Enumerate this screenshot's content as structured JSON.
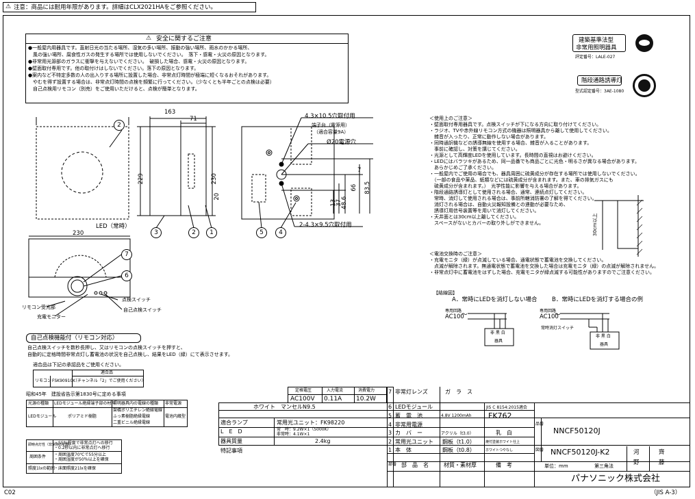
{
  "top_warning": "注意：商品には耐用年限があります。詳細はCLX2021HAをご参照ください。",
  "safety": {
    "title": "安全に関するご注意",
    "lines": [
      "●一般屋内用器具です。直射日光の当たる場所、湿気の多い場所、振動の強い場所、雨水のかかる場所、",
      "　風の強い場所、腐食性ガスの発生する場所では使用しないでください。　落下・感電・火災の原因となります。",
      "●非常用光源部のガラスに衝撃を与えないでください。　破損した場合、感電・火災の原因となります。",
      "●壁面取付専用です。他の取付けはしないでください。落下の原因となります。",
      "●案内など不特定多数の人の出入りする場所に設置した場合、非常点灯時間が極端に短くなるおそれがあります。",
      "　やむを得ず設置する場合は、非常点灯時間の点検を頻繁に行ってください。（少なくとも半年ごとの点検は必要）",
      "　自己点検用リモコン（別売）をご使用いただけると、点検が簡単となります。"
    ]
  },
  "certs": {
    "c1_title_1": "建築基準法型",
    "c1_title_2": "非常用照明器具",
    "c1_no": "評定番号：LALE-027",
    "c2_title": "階段通路誘導灯",
    "c2_no": "型式認定番号：3AE-1080"
  },
  "dims": {
    "d163": "163",
    "d71": "71",
    "d229": "229",
    "d230": "230",
    "d230b": "230",
    "d20": "20",
    "hole1": "4.3×10.5穴取付用",
    "terminal": "端子台（電源用）",
    "terminal2": "（適合容量9A）",
    "hole20": "Ø20電源穴",
    "hole2": "2-4.3×9.5穴取付用",
    "d13": "13",
    "d37": "37",
    "d486": "48.6",
    "d66": "66",
    "d7": "7",
    "d835": "83.5",
    "led": "LED（常時）",
    "remote_recv": "リモコン受光部",
    "charge_mon": "充電モニター",
    "test_sw": "点検スイッチ",
    "self_test_sw": "自己点検スイッチ",
    "n2": "2",
    "n3": "3",
    "n1": "1",
    "n5": "5",
    "n4": "4",
    "n7": "7",
    "n6": "6"
  },
  "usage": {
    "title": "＜使用上のご注意＞",
    "lines": [
      "・壁面取付専用器具です。点検スイッチが下になる方向に取り付けてください。",
      "・ラジオ、TVや赤外線リモコン方式の機器は照明器具から離して使用してください。",
      "　雑音が入ったり、正常に動作しない場合があります。",
      "・同時通訳機などの誘導無線を使用する場合、雑音が入ることがあります。",
      "　事前に確認し、対策を講じてください。",
      "・光源として高輝度LEDを使用しています。長時間の直視はお避けください。",
      "・LEDにはバラツキがあるため、同一品番でも商品ごとに光色・明るさが異なる場合があります。",
      "　あらかじめご了承ください。",
      "・一般屋内でご使用の場合でも、器具周囲に硫黄成分が存在する場所では使用しないでください。",
      "　（一部の食品や薬品、紙類などには硫黄成分が含まれます。また、車の排気ガスにも",
      "　硫黄成分が含まれます。）　光学性能に影響を与える場合があります。",
      "・階段通路誘導灯として使用される場合、通常、連続点灯してください。",
      "　常時、消灯して使用される場合は、事前所轄消防署の了解を得てください。",
      "　消灯される場合は、自動火災報知設備との連動が必要なため、",
      "　誘導灯用信号装置等を用いて消灯してください。",
      "・天井面とは30cm以上離してください。",
      "　スペースがないとカバーの取り外しができません。"
    ],
    "cm30": "30cm以上"
  },
  "battery": {
    "title": "＜電池交換時のご注意＞",
    "lines": [
      "・充電モニタ（緑）が点滅している場合、通電状態で蓄電池を交換してください。",
      "　点滅が解除されます。無通電状態で蓄電池を交換した場合は充電モニタ（緑）の点滅が解除されません。",
      "・非常点灯中に蓄電池をはずした場合、充電モニタが緑点滅する可能性がありますのでご注意ください。"
    ]
  },
  "wiring": {
    "title": "【結線図】",
    "a_title": "A．常時にLEDを消灯しない場合",
    "b_title": "B．常時にLEDを消灯する場合の例",
    "power": "専用回路",
    "ac": "AC100",
    "fixture": "器具",
    "labels": "非 黒 白",
    "sw": "常時消灯スイッチ"
  },
  "selfcheck": {
    "title": "自己点検機能付（リモコン対応）",
    "line1": "自己点検スイッチを数秒長押し、又はリモコンの点検スイッチを押すと、",
    "line2": "自動的に定格時間非常点灯し蓄電池の状況を自己点検し、結果をLED（緑）にて表示させます。",
    "remote_note": "適合品は下記の承認品をご使用ください。",
    "remote_h": "適合品",
    "remote_label": "リモコン",
    "remote_model": "FSK90910K",
    "remote_desc": "（チャンネル「2」でご使用ください）"
  },
  "standard": {
    "title": "昭和45年　建設省告示第1830号に定める事項",
    "h1": "光源の種類",
    "h2": "LEDモジュール絶縁端子部の材料",
    "h3": "照明器具内の電線の種類",
    "h4": "非常電源",
    "v1": "LEDモジュール",
    "v2": "ポリアミド樹脂",
    "v3a": "架橋ポリエチレン絶縁電線",
    "v3b": "ふっ素樹脂絶縁電線",
    "v3c": "二重ビニル絶縁電線",
    "v4": "電池内蔵型",
    "r1h": "即時点灯性（非常時の初期）",
    "r1v1": "・55％程度で非常点灯への移行",
    "r1v2": "・0.2秒以内に非常点灯へ移行",
    "r2h": "周囲条件",
    "r2v1": "・周囲温度70℃で55分以上",
    "r2v2": "・周囲湿度が50％以上を確保",
    "r3h": "照度1lxの範囲",
    "r3v": "・床面照度21lxを確保"
  },
  "spec": {
    "h_volt": "定格電圧",
    "h_cur": "入力電流",
    "h_pow": "消費電力",
    "v_volt": "AC100V",
    "v_cur": "0.11A",
    "v_pow": "10.2W",
    "color": "ホワイト　マンセルN9.5",
    "lamp_l": "適合ランプ",
    "lamp_v": "常用光ユニット：FK98220",
    "led_l": "L　E　D",
    "led_v1": "常　時：9.2W×1（5000K）",
    "led_v2": "非常時：4.1W×1",
    "mass_l": "器具質量",
    "mass_v": "2.4kg",
    "note_l": "特記事項"
  },
  "parts": [
    {
      "no": "7",
      "name": "非常灯レンズ",
      "mat": "ガ　ラ　ス",
      "note": ""
    },
    {
      "no": "6",
      "name": "LEDモジュール",
      "mat": "",
      "note": "JIS C 8154:2015適合"
    },
    {
      "no": "5",
      "name": "蓄　電　池",
      "mat": "4.8V 1200mAh",
      "note": "FK762"
    },
    {
      "no": "4",
      "name": "非常用電源",
      "mat": "",
      "note": ""
    },
    {
      "no": "3",
      "name": "カ　バ　ー",
      "mat": "アクリル（t3.0）",
      "note": "乳　白"
    },
    {
      "no": "2",
      "name": "常用光ユニット",
      "mat": "鋼板（t1.0）",
      "note": "焼付塗装ホワイト仕上"
    },
    {
      "no": "1",
      "name": "本　体",
      "mat": "鋼板（t0.8）",
      "note": "ホワイトつやなし"
    }
  ],
  "parts_head": {
    "buhin": "部番",
    "name": "部　品　名",
    "mat": "材質・素材厚",
    "note": "備　考"
  },
  "title_block": {
    "hinban_l": "品番",
    "hinban": "NNCF50120J",
    "zuban_l": "図番",
    "zuban": "NNCF50120J-K2",
    "unit": "単位：mm",
    "method": "第三角法",
    "s1": "河",
    "s2": "齊",
    "s3": "野",
    "s4": "藤",
    "company": "パナソニック株式会社"
  },
  "footer_left": "C02",
  "footer_right": "（JIS A-3）"
}
